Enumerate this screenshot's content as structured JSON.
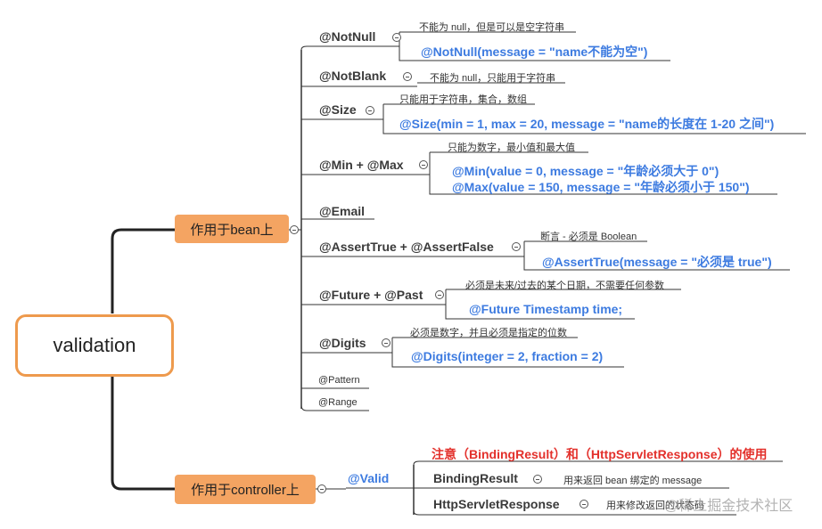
{
  "root": {
    "label": "validation"
  },
  "bean_branch": {
    "label": "作用于bean上",
    "items": [
      {
        "name": "@NotNull",
        "note": "不能为 null，但是可以是空字符串",
        "code": [
          "@NotNull(message = \"name不能为空\")"
        ]
      },
      {
        "name": "@NotBlank",
        "note": "不能为 null，只能用于字符串"
      },
      {
        "name": "@Size",
        "note": "只能用于字符串，集合，数组",
        "code": [
          "@Size(min = 1, max = 20, message = \"name的长度在 1-20 之间\")"
        ]
      },
      {
        "name": "@Min + @Max",
        "note": "只能为数字，最小值和最大值",
        "code": [
          "@Min(value = 0, message = \"年龄必须大于 0\")",
          "@Max(value = 150, message = \"年龄必须小于 150\")"
        ]
      },
      {
        "name": "@Email"
      },
      {
        "name": "@AssertTrue + @AssertFalse",
        "note": "断言 - 必须是 Boolean",
        "code": [
          "@AssertTrue(message = \"必须是 true\")"
        ]
      },
      {
        "name": "@Future + @Past",
        "note": "必须是未来/过去的某个日期，不需要任何参数",
        "code": [
          "@Future Timestamp time;"
        ]
      },
      {
        "name": "@Digits",
        "note": "必须是数字，并且必须是指定的位数",
        "code": [
          "@Digits(integer = 2, fraction = 2)"
        ]
      },
      {
        "name": "@Pattern"
      },
      {
        "name": "@Range"
      }
    ]
  },
  "controller_branch": {
    "label": "作用于controller上",
    "valid": "@Valid",
    "warning": "注意（BindingResult）和（HttpServletResponse）的使用",
    "items": [
      {
        "name": "BindingResult",
        "note": "用来返回 bean 绑定的 message"
      },
      {
        "name": "HttpServletResponse",
        "note": "用来修改返回的状态码"
      }
    ]
  },
  "watermark": "@稀土掘金技术社区",
  "colors": {
    "orange_fill": "#f4a462",
    "orange_border": "#ee9a4d",
    "code_blue": "#3d7be0",
    "warning_red": "#e3302b"
  }
}
